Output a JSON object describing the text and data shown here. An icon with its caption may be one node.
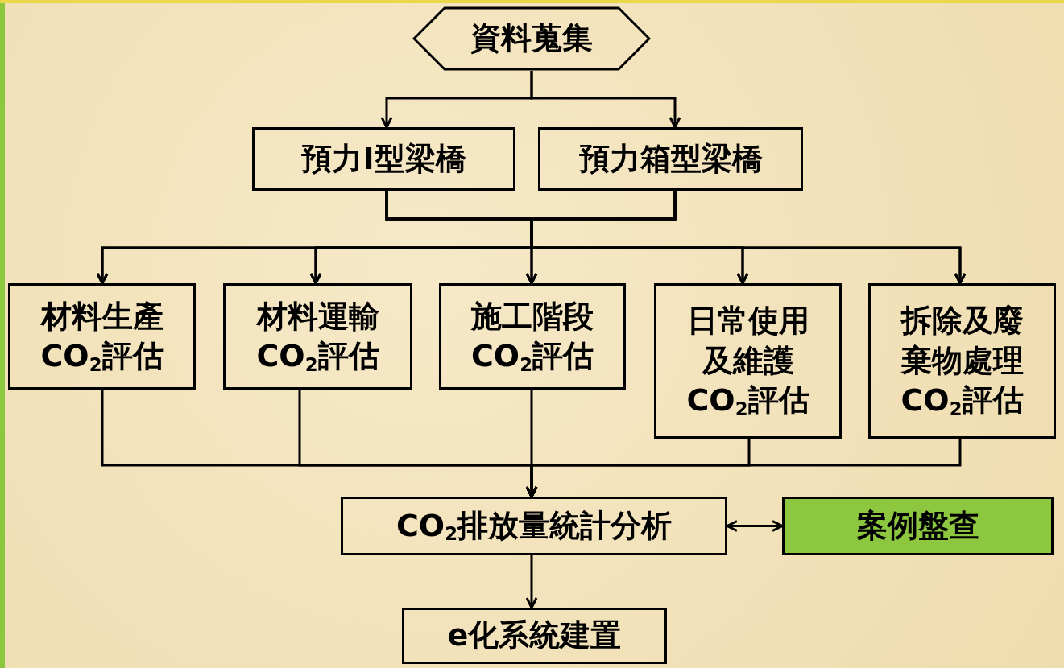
{
  "diagram": {
    "nodes": [
      {
        "text": [
          "資料蒐集"
        ]
      },
      {
        "text": [
          "預力I型梁橋"
        ]
      },
      {
        "text": [
          "預力箱型梁橋"
        ]
      },
      {
        "text": [
          "材料生產CO$_{2}$評估"
        ]
      },
      {
        "text": [
          "材料運輸CO$_{2}$評估"
        ]
      },
      {
        "text": [
          "施工階段CO$_{2}$評估"
        ]
      },
      {
        "text": [
          "日常使用及維護CO$_{2}$評估"
        ]
      },
      {
        "text": [
          "拆除及廢棄物處理CO$_{2}$評估"
        ]
      },
      {
        "text": [
          "CO$_{2}$排放量統計分析"
        ]
      },
      {
        "text": [
          "案例盤查"
        ]
      },
      {
        "text": [
          "e化系統建置"
        ]
      }
    ],
    "edges": [
      {
        "from": 0,
        "to": 1,
        "arrow": "to"
      },
      {
        "from": 0,
        "to": 2,
        "arrow": "to"
      },
      {
        "from": 1,
        "to": 3,
        "arrow": "to"
      },
      {
        "from": 1,
        "to": 4,
        "arrow": "to"
      },
      {
        "from": 1,
        "to": 5,
        "arrow": "to"
      },
      {
        "from": 1,
        "to": 6,
        "arrow": "to"
      },
      {
        "from": 1,
        "to": 7,
        "arrow": "to"
      },
      {
        "from": 2,
        "to": 3,
        "arrow": "to"
      },
      {
        "from": 2,
        "to": 4,
        "arrow": "to"
      },
      {
        "from": 2,
        "to": 5,
        "arrow": "to"
      },
      {
        "from": 2,
        "to": 6,
        "arrow": "to"
      },
      {
        "from": 2,
        "to": 7,
        "arrow": "to"
      },
      {
        "from": 3,
        "to": 8,
        "arrow": "to"
      },
      {
        "from": 4,
        "to": 8,
        "arrow": "to"
      },
      {
        "from": 5,
        "to": 8,
        "arrow": "to"
      },
      {
        "from": 6,
        "to": 8,
        "arrow": "to"
      },
      {
        "from": 7,
        "to": 8,
        "arrow": "to"
      },
      {
        "from": 8,
        "to": 9,
        "arrow": "both"
      },
      {
        "from": 8,
        "to": 10,
        "arrow": "to"
      }
    ]
  }
}
